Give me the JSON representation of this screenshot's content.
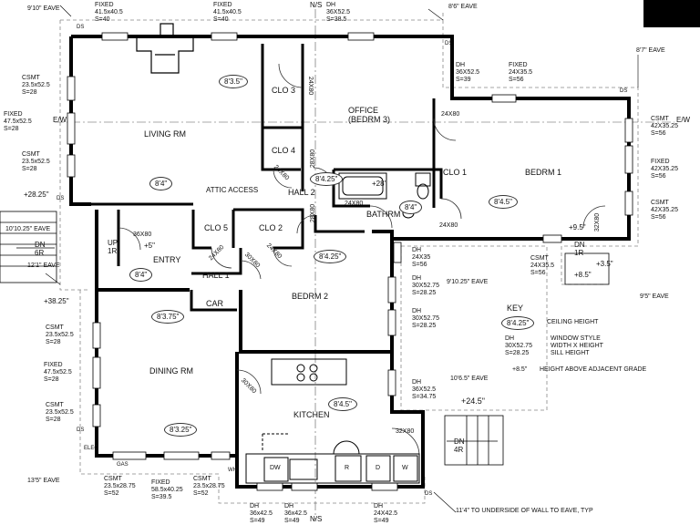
{
  "compass": {
    "north": "N/S",
    "south": "N/S",
    "east": "E/W"
  },
  "rooms": {
    "living": "LIVING RM",
    "office": "OFFICE",
    "office_sub": "(BEDRM 3)",
    "bedrm1": "BEDRM 1",
    "bedrm2": "BEDRM 2",
    "dining": "DINING RM",
    "kitchen": "KITCHEN",
    "entry": "ENTRY",
    "clo1": "CLO 1",
    "clo2": "CLO 2",
    "clo3": "CLO 3",
    "clo4": "CLO 4",
    "clo5": "CLO 5",
    "hall1": "HALL 1",
    "hall2": "HALL 2",
    "bathrm": "BATHRM",
    "car": "CAR",
    "attic": "ATTIC ACCESS"
  },
  "ceilings": {
    "living_a": "8'3.5\"",
    "living_b": "8'4\"",
    "bath_hall": "8'4.25\"",
    "bath": "8'4\"",
    "bedrm1": "8'4.5\"",
    "entry": "8'4\"",
    "bedrm2": "8'4.25\"",
    "dining_a": "8'3.75\"",
    "dining_b": "8'3.25\"",
    "kitchen": "8'4.5\""
  },
  "doors": {
    "d_clo3": "24X80",
    "d_office": "24X80",
    "d_clo4": "24X80",
    "d_hall2": "28X80",
    "d_bath": "24X80",
    "d_bed1": "24X80",
    "d_bed2": "28X80",
    "d_entry": "36X80",
    "d_clo5": "24X80",
    "d_hall1": "30X80",
    "d_clo2": "24X80",
    "d_kitchen": "30X80",
    "d_rear": "32X80",
    "d_bed1side": "32X80"
  },
  "heights": {
    "bath_tub": "+28\"",
    "entry_up": "+5\"",
    "left": "+28.25\"",
    "left2": "+38.25\"",
    "bed1_dn": "+9.5\"",
    "bed1_a": "+8.5\"",
    "bed1_b": "+3.5\"",
    "rear": "+24.5\""
  },
  "stairs": {
    "up_entry": "UP\n1R",
    "dn_left": "DN\n6R",
    "dn_bed1": "DN\n1R",
    "dn_rear": "DN\n4R"
  },
  "windows": {
    "top_fixed1": "FIXED\n41.5x40.5\nS=40",
    "top_fixed2": "FIXED\n41.5x40.5\nS=40",
    "top_dh1": "DH\n36X52.5\nS=38.5",
    "top_dh2": "DH\n36X52.5\nS=39",
    "top_fixed3": "FIXED\n24X35.5\nS=56",
    "left_csmt1": "CSMT\n23.5x52.5\nS=28",
    "left_fixed1": "FIXED\n47.5x52.5\nS=28",
    "left_csmt2": "CSMT\n23.5x52.5\nS=28",
    "right_csmt1": "CSMT\n42X35.25\nS=56",
    "right_fixed": "FIXED\n42X35.25\nS=56",
    "right_csmt2": "CSMT\n42X35.25\nS=56",
    "bed1_dh": "DH\n24X35\nS=56",
    "bed1_csmt": "CSMT\n24X35.5\nS=56",
    "bed2_dh1": "DH\n30X52.75\nS=28.25",
    "bed2_dh2": "DH\n30X52.75\nS=28.25",
    "kitchen_dh": "DH\n36X52.5\nS=34.75",
    "dining_csmt1": "CSMT\n23.5x52.5\nS=28",
    "dining_fixed": "FIXED\n47.5x52.5\nS=28",
    "dining_csmt2": "CSMT\n23.5x52.5\nS=28",
    "bot_csmt1": "CSMT\n23.5x28.75\nS=52",
    "bot_fixed": "FIXED\n58.5x40.25\nS=39.5",
    "bot_csmt2": "CSMT\n23.5x28.75\nS=52",
    "bot_dh1": "DH\n36x42.5\nS=49",
    "bot_dh2": "DH\n36x42.5\nS=49",
    "bot_dh3": "DH\n24X42.5\nS=49"
  },
  "eaves": {
    "e1": "9'10\" EAVE",
    "e2": "8'6\" EAVE",
    "e3": "8'7\" EAVE",
    "e4": "10'10.25\" EAVE",
    "e5": "12'1\" EAVE",
    "e6": "9'10.25\" EAVE",
    "e7": "9'5\" EAVE",
    "e8": "10'6.5\" EAVE",
    "e9": "13'5\" EAVE",
    "e10": "11'4\" TO UNDERSIDE OF WALL TO EAVE, TYP"
  },
  "misc": {
    "ds": "DS",
    "elec": "ELEC",
    "gas": "GAS",
    "wh": "WH",
    "dw": "DW",
    "r": "R",
    "d": "D",
    "w": "W"
  },
  "key": {
    "title": "KEY",
    "ceil_sample": "8'4.25\"",
    "ceil_text": "CEILING HEIGHT",
    "win_sample": "DH\n30X52.75\nS=28.25",
    "win_text": "WINDOW STYLE\nWIDTH X HEIGHT\nSILL HEIGHT",
    "grade_sample": "+8.5\"",
    "grade_text": "HEIGHT ABOVE ADJACENT GRADE"
  }
}
